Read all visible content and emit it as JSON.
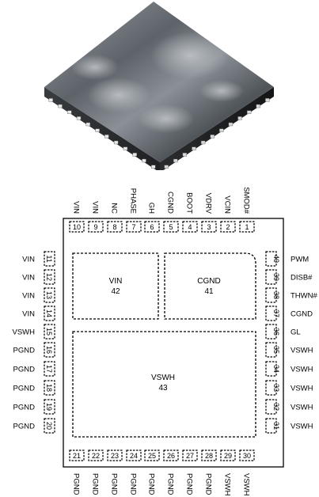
{
  "package_photo": {
    "alt": "QFN package 3D render"
  },
  "top_pins": [
    {
      "num": "10",
      "name": "VIN"
    },
    {
      "num": "9",
      "name": "VIN"
    },
    {
      "num": "8",
      "name": "NC"
    },
    {
      "num": "7",
      "name": "PHASE"
    },
    {
      "num": "6",
      "name": "GH"
    },
    {
      "num": "5",
      "name": "CGND"
    },
    {
      "num": "4",
      "name": "BOOT"
    },
    {
      "num": "3",
      "name": "VDRV"
    },
    {
      "num": "2",
      "name": "VCIN"
    },
    {
      "num": "1",
      "name": "SMOD#"
    }
  ],
  "left_pins": [
    {
      "num": "11",
      "name": "VIN"
    },
    {
      "num": "12",
      "name": "VIN"
    },
    {
      "num": "13",
      "name": "VIN"
    },
    {
      "num": "14",
      "name": "VIN"
    },
    {
      "num": "15",
      "name": "VSWH"
    },
    {
      "num": "16",
      "name": "PGND"
    },
    {
      "num": "17",
      "name": "PGND"
    },
    {
      "num": "18",
      "name": "PGND"
    },
    {
      "num": "19",
      "name": "PGND"
    },
    {
      "num": "20",
      "name": "PGND"
    }
  ],
  "right_pins": [
    {
      "num": "40",
      "name": "PWM"
    },
    {
      "num": "39",
      "name": "DISB#"
    },
    {
      "num": "38",
      "name": "THWN#"
    },
    {
      "num": "37",
      "name": "CGND"
    },
    {
      "num": "36",
      "name": "GL"
    },
    {
      "num": "35",
      "name": "VSWH"
    },
    {
      "num": "34",
      "name": "VSWH"
    },
    {
      "num": "33",
      "name": "VSWH"
    },
    {
      "num": "32",
      "name": "VSWH"
    },
    {
      "num": "31",
      "name": "VSWH"
    }
  ],
  "bottom_pins": [
    {
      "num": "21",
      "name": "PGND"
    },
    {
      "num": "22",
      "name": "PGND"
    },
    {
      "num": "23",
      "name": "PGND"
    },
    {
      "num": "24",
      "name": "PGND"
    },
    {
      "num": "25",
      "name": "PGND"
    },
    {
      "num": "26",
      "name": "PGND"
    },
    {
      "num": "27",
      "name": "PGND"
    },
    {
      "num": "28",
      "name": "PGND"
    },
    {
      "num": "29",
      "name": "VSWH"
    },
    {
      "num": "30",
      "name": "VSWH"
    }
  ],
  "pads": {
    "vin": {
      "name": "VIN",
      "num": "42"
    },
    "cgnd": {
      "name": "CGND",
      "num": "41"
    },
    "vswh": {
      "name": "VSWH",
      "num": "43"
    }
  }
}
